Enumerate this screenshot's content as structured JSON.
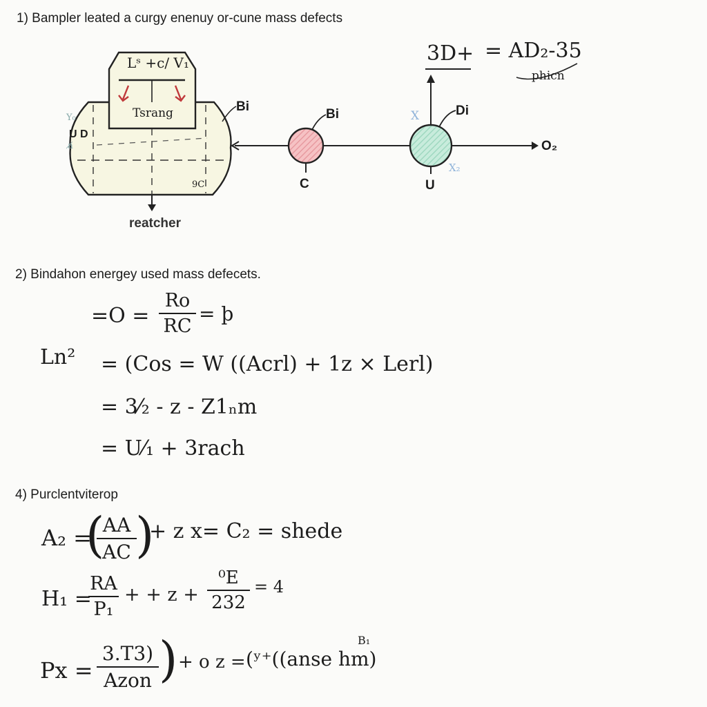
{
  "headings": {
    "h1": "1) Bampler leated a curgy enenuy or-cune mass defects",
    "h2": "2) Bindahon energey used mass defecets.",
    "h3": "4) Purclentviterop"
  },
  "diagram": {
    "tank_top": "Lˢ +c/ V₁",
    "tank_inner": "Tsrang",
    "tank_side": "U D",
    "tank_small_y": "Y₀",
    "tank_small_a": "a̸",
    "tank_corner": "9C",
    "reactor_label": "reatcher",
    "bi_left": "Bi",
    "bi_mid": "Bi",
    "c_label": "C",
    "di_label": "Di",
    "u_label": "U",
    "x_label": "X",
    "x2_label": "X₂",
    "o2_label": "O₂",
    "top_eq_left": "3D+",
    "top_eq_right": "= AD₂-35",
    "phicn": "phicn"
  },
  "section2": {
    "l1_prefix": "=O =",
    "l1_num": "Ro",
    "l1_den": "RC",
    "l1_suffix": "= þ",
    "ln": "Ln²",
    "l2": "= (Cos = W ((Acrl) + 1z × Lerl)",
    "l3": "= 3⁄₂ - z - Z1ₙm",
    "l4": "= U⁄₁ + 3rach"
  },
  "section4": {
    "a_left": "A₂ =",
    "a_num": "AA",
    "a_den": "AC",
    "a_right": "+ z x= C₂ = shede",
    "h_left": "H₁ =",
    "h_num": "RA",
    "h_den": "P₁",
    "h_mid": "+ + z +",
    "h_num2": "⁰E",
    "h_den2": "232",
    "h_right": "= 4",
    "p_left": "Px =",
    "p_num": "3.T3)",
    "p_den": "Azon",
    "p_mid": "+ o z =",
    "p_right": "(ʸ⁺((anse hm)",
    "p_sup": "B₁"
  }
}
